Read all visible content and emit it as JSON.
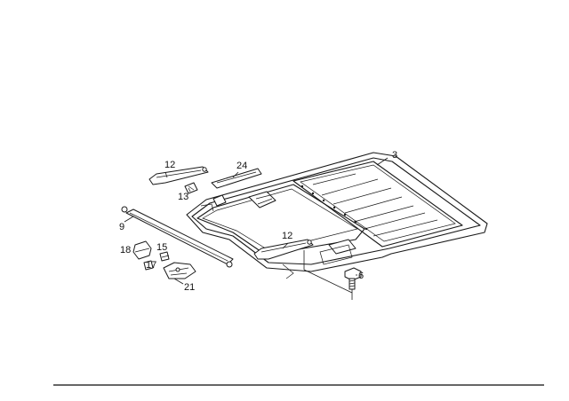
{
  "diagram": {
    "callouts": {
      "c3": "3",
      "c6": "6",
      "c9": "9",
      "c12a": "12",
      "c12b": "12",
      "c13": "13",
      "c15": "15",
      "c17": "17",
      "c18": "18",
      "c21": "21",
      "c24": "24"
    }
  }
}
